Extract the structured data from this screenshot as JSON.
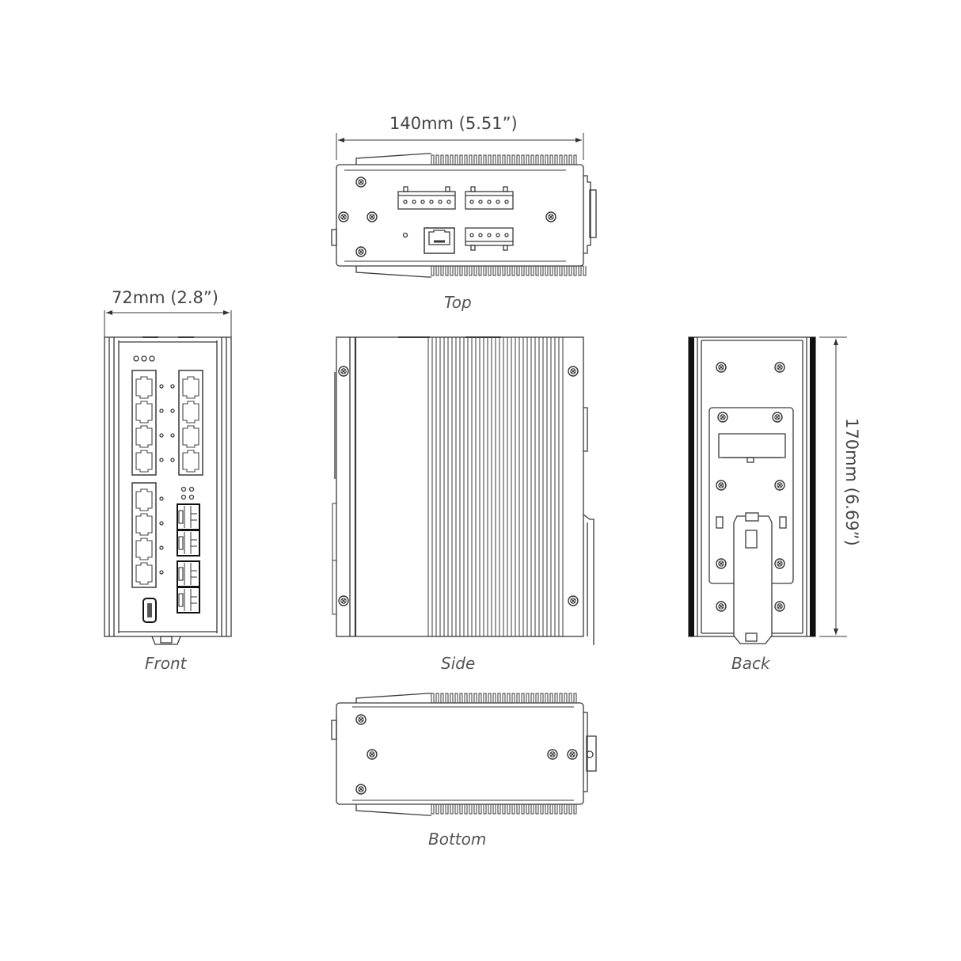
{
  "diagram": {
    "type": "dimension-drawing",
    "subject": "DIN-rail industrial ethernet switch",
    "dimensions": {
      "width": "140mm (5.51”)",
      "depth": "72mm (2.8”)",
      "height": "170mm (6.69”)"
    },
    "views": {
      "top": "Top",
      "front": "Front",
      "side": "Side",
      "back": "Back",
      "bottom": "Bottom"
    },
    "front_panel": {
      "rj45_ports": 12,
      "sfp_ports": 4,
      "usb_ports": 1,
      "status_leds": 3
    },
    "top_panel": {
      "terminal_blocks": 3,
      "console_rj45": 1
    },
    "colors": {
      "line": "#3a3a3a",
      "fill": "#ffffff",
      "dark": "#111111"
    }
  }
}
